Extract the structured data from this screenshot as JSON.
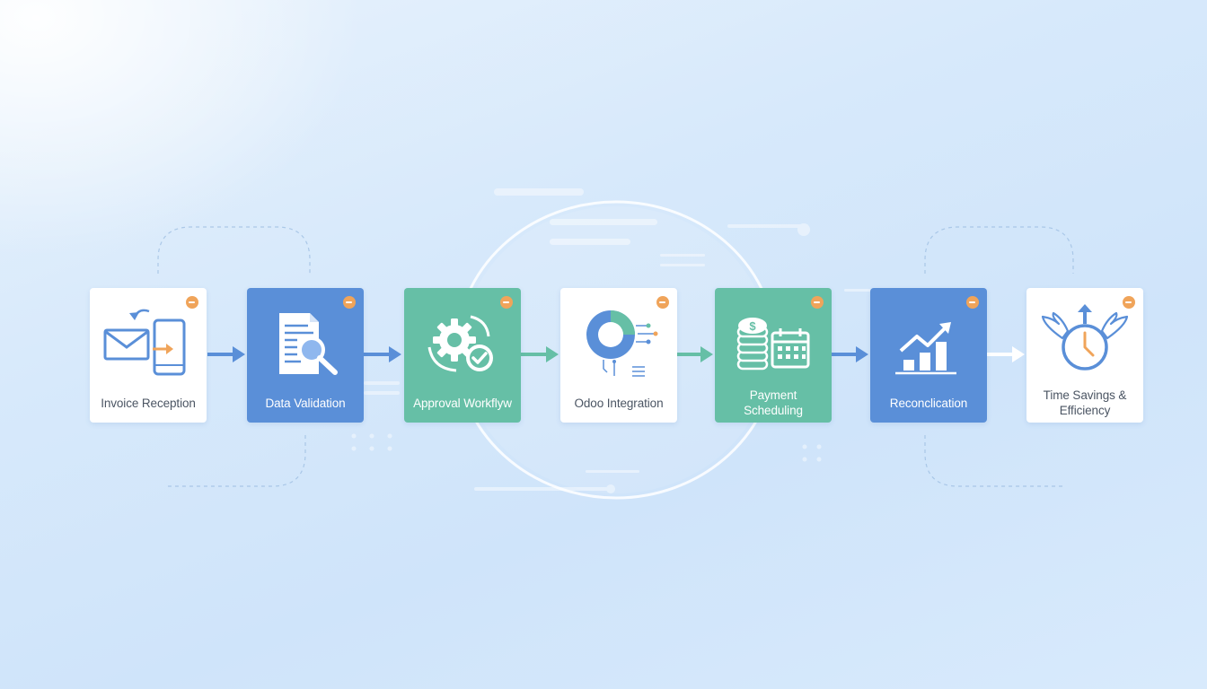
{
  "steps": [
    {
      "id": "invoice-reception",
      "label": "Invoice Reception",
      "style": "white",
      "icon": "envelope-phone-icon"
    },
    {
      "id": "data-validation",
      "label": "Data Validation",
      "style": "blue",
      "icon": "document-search-icon"
    },
    {
      "id": "approval-workflow",
      "label": "Approval Workflуw",
      "style": "green",
      "icon": "gear-check-icon"
    },
    {
      "id": "odoo-integration",
      "label": "Odoo Integration",
      "style": "white",
      "icon": "odoo-circuit-icon"
    },
    {
      "id": "payment-scheduling",
      "label": "Payment Scheduling",
      "style": "green",
      "icon": "coins-calendar-icon"
    },
    {
      "id": "reconciliation",
      "label": "Reconcliсation",
      "style": "blue",
      "icon": "growth-chart-icon"
    },
    {
      "id": "time-savings",
      "label": "Time Savings & Efficiency",
      "style": "white",
      "icon": "winged-clock-icon"
    }
  ],
  "colors": {
    "blue": "#5a8fd8",
    "green": "#66bfa6",
    "orange": "#f0a45a",
    "white": "#ffffff",
    "text_dark": "#4b5563"
  }
}
